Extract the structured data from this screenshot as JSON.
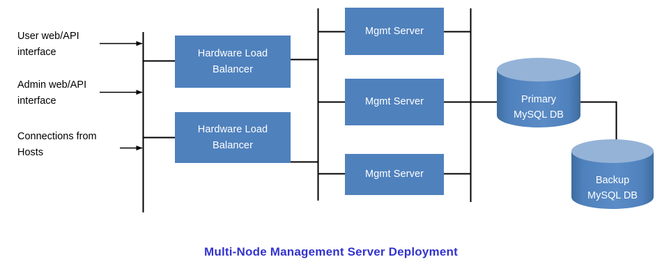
{
  "title": "Multi-Node Management Server Deployment",
  "colors": {
    "node_fill": "#4F81BD",
    "cylinder_body": "#4F81BD",
    "cylinder_top": "#95B3D7",
    "connector": "#000000",
    "node_text": "#FFFFFF",
    "label_text": "#000000",
    "title_text": "#3333CC",
    "background": "#FFFFFF"
  },
  "inputs": [
    {
      "line1": "User web/API",
      "line2": "interface"
    },
    {
      "line1": "Admin web/API",
      "line2": "interface"
    },
    {
      "line1": "Connections from",
      "line2": "Hosts"
    }
  ],
  "load_balancers": [
    {
      "line1": "Hardware Load",
      "line2": "Balancer"
    },
    {
      "line1": "Hardware Load",
      "line2": "Balancer"
    }
  ],
  "mgmt_servers": [
    {
      "label": "Mgmt Server"
    },
    {
      "label": "Mgmt Server"
    },
    {
      "label": "Mgmt Server"
    }
  ],
  "databases": [
    {
      "line1": "Primary",
      "line2": "MySQL DB"
    },
    {
      "line1": "Backup",
      "line2": "MySQL DB"
    }
  ]
}
